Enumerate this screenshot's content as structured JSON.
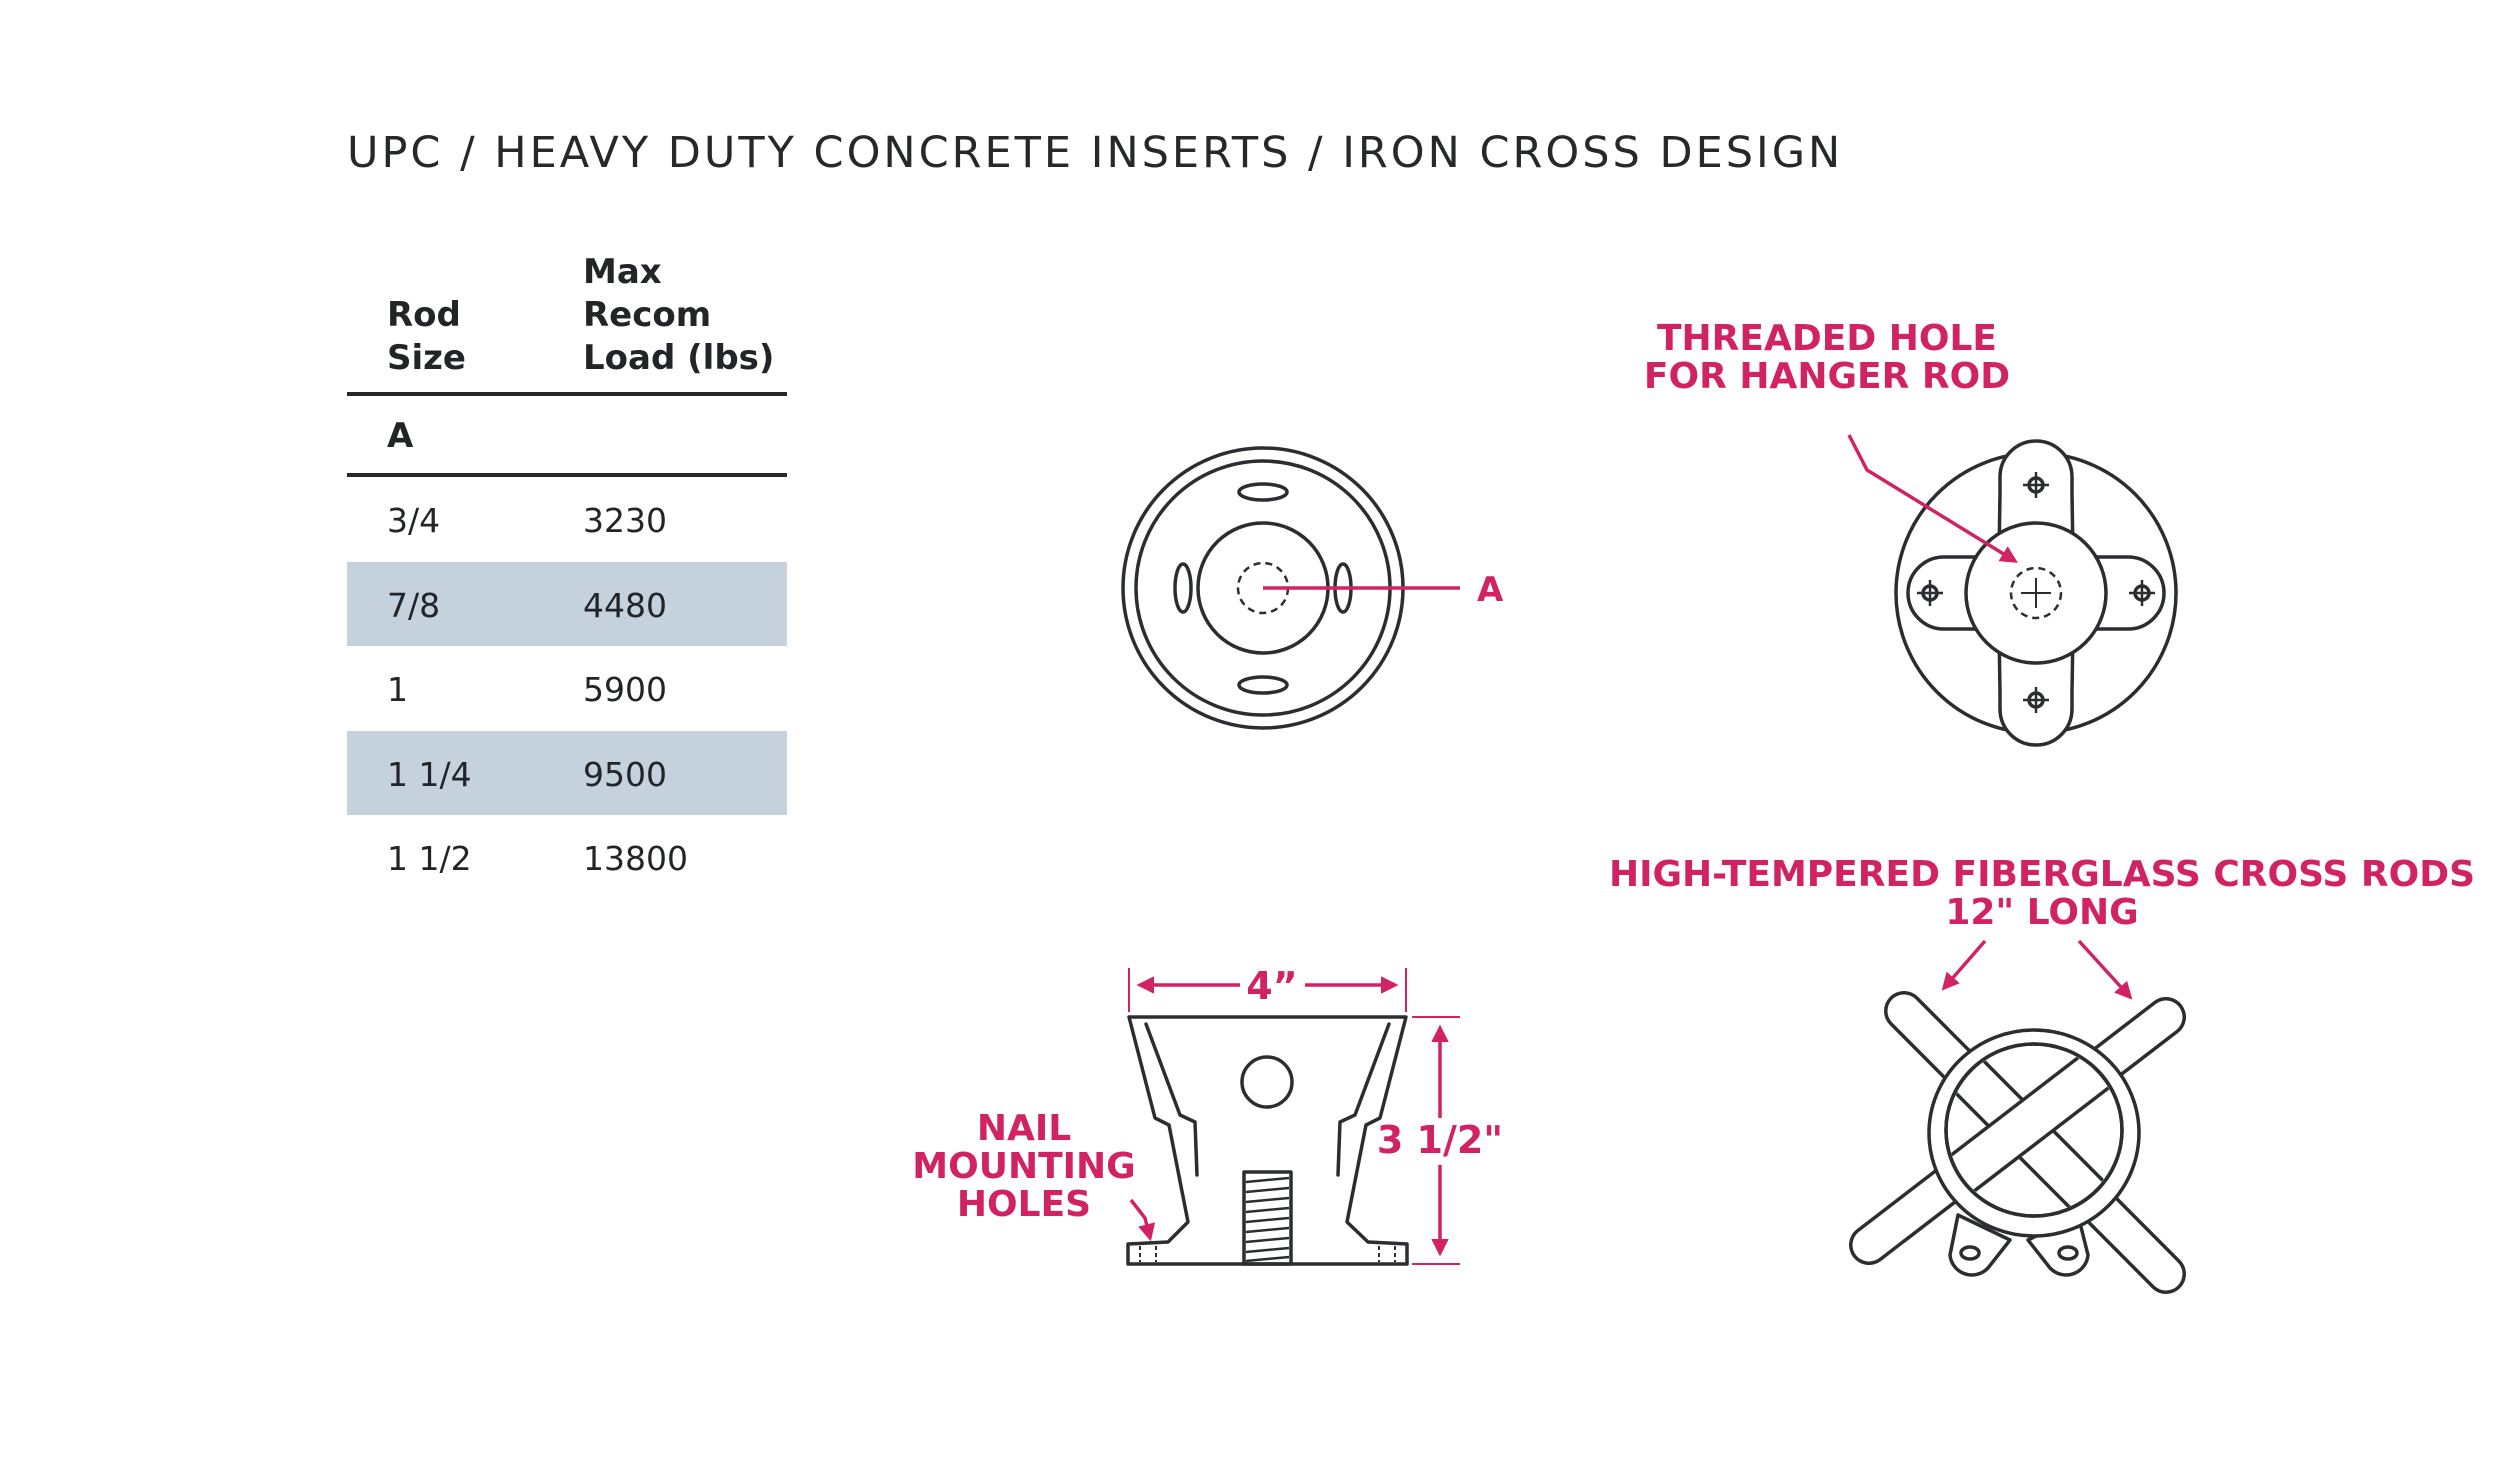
{
  "title": "UPC / HEAVY DUTY CONCRETE INSERTS / IRON CROSS DESIGN",
  "table": {
    "header_rod": "Rod Size",
    "header_load": "Max Recom Load (lbs)",
    "subheader": "A",
    "rows": [
      {
        "size": "3/4",
        "load": "3230"
      },
      {
        "size": "7/8",
        "load": "4480"
      },
      {
        "size": "1",
        "load": "5900"
      },
      {
        "size": "1 1/4",
        "load": "9500"
      },
      {
        "size": "1 1/2",
        "load": "13800"
      }
    ]
  },
  "callouts": {
    "dim_a": "A",
    "threaded_hole_line1": "THREADED HOLE",
    "threaded_hole_line2": "FOR HANGER ROD",
    "width": "4”",
    "height": "3 1/2\"",
    "nail_line1": "NAIL",
    "nail_line2": "MOUNTING",
    "nail_line3": "HOLES",
    "fiberglass_line1": "HIGH-TEMPERED FIBERGLASS CROSS RODS",
    "fiberglass_line2": "12\" LONG"
  },
  "colors": {
    "accent": "#d12363",
    "row_shade": "#c6d1de",
    "line": "#2b2d31"
  }
}
